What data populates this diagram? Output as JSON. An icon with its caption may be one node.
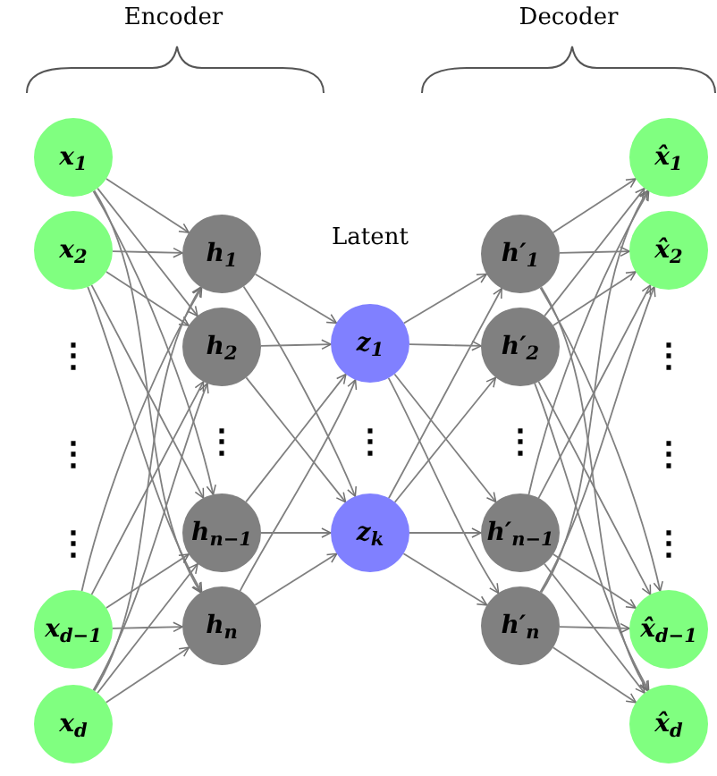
{
  "diagram": {
    "nodes": [
      {
        "text": [
          "x$_{1}$"
        ]
      },
      {
        "text": [
          "x$_{2}$"
        ]
      },
      {
        "text": [
          "x$_{d−1}$"
        ]
      },
      {
        "text": [
          "x$_{d}$"
        ]
      },
      {
        "text": [
          "h$_{1}$"
        ]
      },
      {
        "text": [
          "h$_{2}$"
        ]
      },
      {
        "text": [
          "h$_{n−1}$"
        ]
      },
      {
        "text": [
          "h$_{n}$"
        ]
      },
      {
        "text": [
          "z$_{1}$"
        ]
      },
      {
        "text": [
          "z$_{k}$"
        ]
      },
      {
        "text": [
          "h′$_{1}$"
        ]
      },
      {
        "text": [
          "h′$_{2}$"
        ]
      },
      {
        "text": [
          "h′$_{n−1}$"
        ]
      },
      {
        "text": [
          "h′$_{n}$"
        ]
      },
      {
        "text": [
          "x̂$_{1}$"
        ]
      },
      {
        "text": [
          "x̂$_{2}$"
        ]
      },
      {
        "text": [
          "x̂$_{d−1}$"
        ]
      },
      {
        "text": [
          "x̂$_{d}$"
        ]
      }
    ],
    "edges": [
      {
        "from": 0,
        "to": 4,
        "arrow": "to"
      },
      {
        "from": 0,
        "to": 5,
        "arrow": "to"
      },
      {
        "from": 0,
        "to": 6,
        "arrow": "to"
      },
      {
        "from": 0,
        "to": 7,
        "arrow": "to"
      },
      {
        "from": 1,
        "to": 4,
        "arrow": "to"
      },
      {
        "from": 1,
        "to": 5,
        "arrow": "to"
      },
      {
        "from": 1,
        "to": 6,
        "arrow": "to"
      },
      {
        "from": 1,
        "to": 7,
        "arrow": "to"
      },
      {
        "from": 2,
        "to": 4,
        "arrow": "to"
      },
      {
        "from": 2,
        "to": 5,
        "arrow": "to"
      },
      {
        "from": 2,
        "to": 6,
        "arrow": "to"
      },
      {
        "from": 2,
        "to": 7,
        "arrow": "to"
      },
      {
        "from": 3,
        "to": 4,
        "arrow": "to"
      },
      {
        "from": 3,
        "to": 5,
        "arrow": "to"
      },
      {
        "from": 3,
        "to": 6,
        "arrow": "to"
      },
      {
        "from": 3,
        "to": 7,
        "arrow": "to"
      },
      {
        "from": 4,
        "to": 8,
        "arrow": "to"
      },
      {
        "from": 4,
        "to": 9,
        "arrow": "to"
      },
      {
        "from": 5,
        "to": 8,
        "arrow": "to"
      },
      {
        "from": 5,
        "to": 9,
        "arrow": "to"
      },
      {
        "from": 6,
        "to": 8,
        "arrow": "to"
      },
      {
        "from": 6,
        "to": 9,
        "arrow": "to"
      },
      {
        "from": 7,
        "to": 8,
        "arrow": "to"
      },
      {
        "from": 7,
        "to": 9,
        "arrow": "to"
      },
      {
        "from": 8,
        "to": 10,
        "arrow": "to"
      },
      {
        "from": 8,
        "to": 11,
        "arrow": "to"
      },
      {
        "from": 8,
        "to": 12,
        "arrow": "to"
      },
      {
        "from": 8,
        "to": 13,
        "arrow": "to"
      },
      {
        "from": 9,
        "to": 10,
        "arrow": "to"
      },
      {
        "from": 9,
        "to": 11,
        "arrow": "to"
      },
      {
        "from": 9,
        "to": 12,
        "arrow": "to"
      },
      {
        "from": 9,
        "to": 13,
        "arrow": "to"
      },
      {
        "from": 10,
        "to": 14,
        "arrow": "to"
      },
      {
        "from": 10,
        "to": 15,
        "arrow": "to"
      },
      {
        "from": 10,
        "to": 16,
        "arrow": "to"
      },
      {
        "from": 10,
        "to": 17,
        "arrow": "to"
      },
      {
        "from": 11,
        "to": 14,
        "arrow": "to"
      },
      {
        "from": 11,
        "to": 15,
        "arrow": "to"
      },
      {
        "from": 11,
        "to": 16,
        "arrow": "to"
      },
      {
        "from": 11,
        "to": 17,
        "arrow": "to"
      },
      {
        "from": 12,
        "to": 14,
        "arrow": "to"
      },
      {
        "from": 12,
        "to": 15,
        "arrow": "to"
      },
      {
        "from": 12,
        "to": 16,
        "arrow": "to"
      },
      {
        "from": 12,
        "to": 17,
        "arrow": "to"
      },
      {
        "from": 13,
        "to": 14,
        "arrow": "to"
      },
      {
        "from": 13,
        "to": 15,
        "arrow": "to"
      },
      {
        "from": 13,
        "to": 16,
        "arrow": "to"
      },
      {
        "from": 13,
        "to": 17,
        "arrow": "to"
      }
    ],
    "labels": [
      "Encoder",
      "Decoder",
      "Latent",
      "⋮",
      "⋮",
      "⋮",
      "⋮",
      "⋮",
      "⋮",
      "⋮",
      "⋮",
      "⋮"
    ]
  }
}
